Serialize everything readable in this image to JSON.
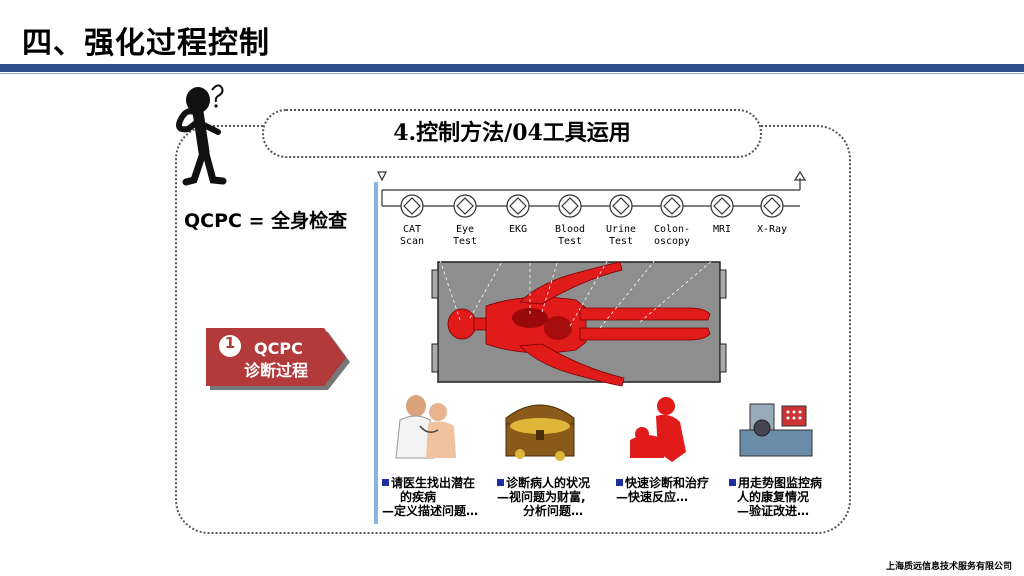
{
  "slide": {
    "title": "四、强化过程控制",
    "section_header": "4.控制方法/04工具运用",
    "equation": "QCPC = 全身检查",
    "badge": {
      "number": "1",
      "line1": "QCPC",
      "line2": "诊断过程"
    },
    "footer": "上海质远信息技术服务有限公司"
  },
  "tests": [
    {
      "line1": "CAT",
      "line2": "Scan"
    },
    {
      "line1": "Eye",
      "line2": "Test"
    },
    {
      "line1": "EKG",
      "line2": ""
    },
    {
      "line1": "Blood",
      "line2": "Test"
    },
    {
      "line1": "Urine",
      "line2": "Test"
    },
    {
      "line1": "Colon-",
      "line2": "oscopy"
    },
    {
      "line1": "MRI",
      "line2": ""
    },
    {
      "line1": "X-Ray",
      "line2": ""
    }
  ],
  "captions": [
    {
      "line1": "请医生找出潜在",
      "line2": "的疾病",
      "line3": "—定义描述问题…"
    },
    {
      "line1": "诊断病人的状况",
      "line2": "—视问题为财富,",
      "line3": "分析问题…"
    },
    {
      "line1": "快速诊断和治疗",
      "line2": "—快速反应…",
      "line3": ""
    },
    {
      "line1": "用走势图监控病",
      "line2": "人的康复情况",
      "line3": "—验证改进…"
    }
  ],
  "colors": {
    "title_bar": "#2f4f8c",
    "badge": "#b23a3a",
    "body_red": "#e11a1a",
    "caption_bullet": "#1c2ea0"
  }
}
